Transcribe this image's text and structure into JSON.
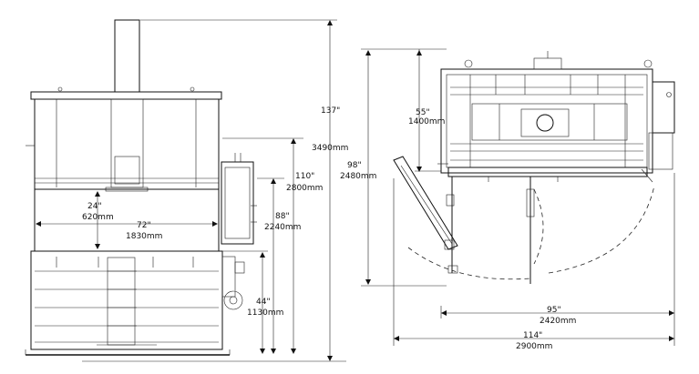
{
  "front_view": {
    "total_height": {
      "in": "137\"",
      "mm": "3490mm"
    },
    "body_height": {
      "in": "110\"",
      "mm": "2800mm"
    },
    "door_top_height": {
      "in": "88\"",
      "mm": "2240mm"
    },
    "chamber_height": {
      "in": "24\"",
      "mm": "620mm"
    },
    "chamber_width": {
      "in": "72\"",
      "mm": "1830mm"
    },
    "door_height": {
      "in": "44\"",
      "mm": "1130mm"
    }
  },
  "top_view": {
    "depth": {
      "in": "98\"",
      "mm": "2480mm"
    },
    "platen_depth": {
      "in": "55\"",
      "mm": "1400mm"
    },
    "width": {
      "in": "95\"",
      "mm": "2420mm"
    },
    "total_width": {
      "in": "114\"",
      "mm": "2900mm"
    }
  }
}
